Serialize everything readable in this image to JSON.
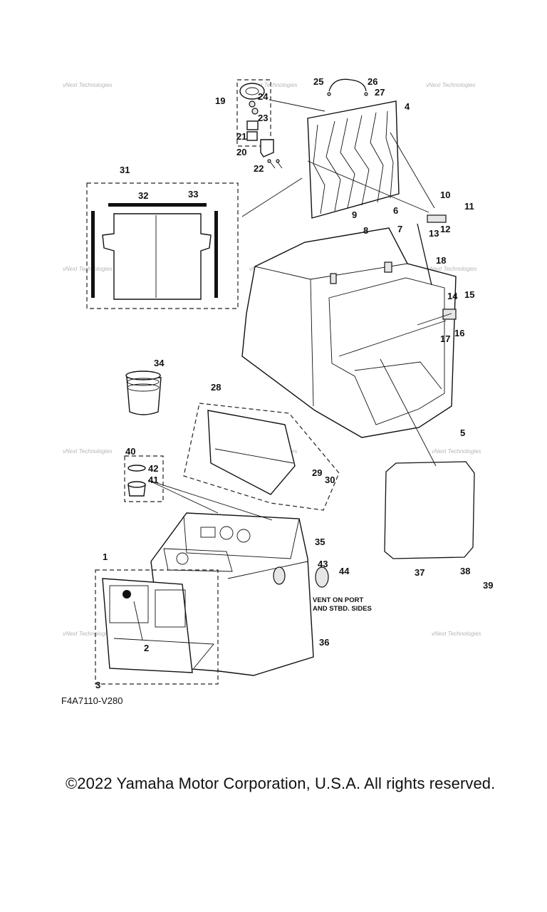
{
  "diagram_code": "F4A7110-V280",
  "copyright": "©2022 Yamaha Motor Corporation, U.S.A. All rights reserved.",
  "vent_note_line1": "VENT ON PORT",
  "vent_note_line2": "AND STBD. SIDES",
  "watermark": "vNext Technologies",
  "callouts": [
    "1",
    "2",
    "3",
    "4",
    "5",
    "6",
    "7",
    "8",
    "9",
    "10",
    "11",
    "12",
    "13",
    "14",
    "15",
    "16",
    "17",
    "18",
    "19",
    "20",
    "21",
    "22",
    "23",
    "24",
    "25",
    "26",
    "27",
    "28",
    "29",
    "30",
    "31",
    "32",
    "33",
    "34",
    "35",
    "36",
    "37",
    "38",
    "39",
    "40",
    "41",
    "42",
    "43",
    "44"
  ]
}
